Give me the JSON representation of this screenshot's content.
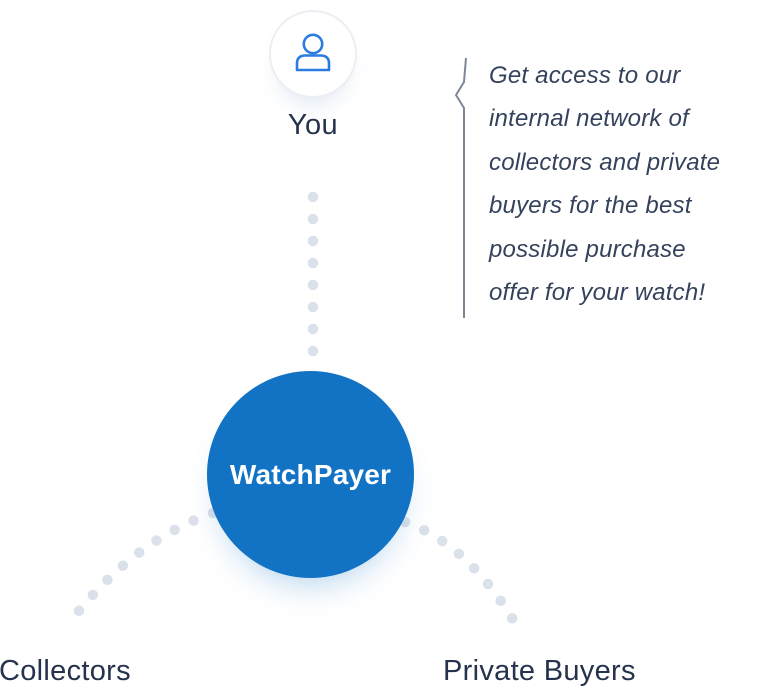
{
  "diagram": {
    "you": {
      "label": "You",
      "icon": "person-icon"
    },
    "hub": {
      "label": "WatchPayer"
    },
    "nodes": {
      "collectors_label": "Collectors",
      "private_buyers_label": "Private Buyers"
    },
    "quote": {
      "lines": [
        "Get access to our",
        "internal network of",
        "collectors and private",
        "buyers for the best",
        "possible purchase",
        "offer for your watch!"
      ],
      "full_text": "Get access to our internal network of collectors and private buyers for the best possible purchase offer for your watch!"
    },
    "colors": {
      "hub_blue": "#1272c4",
      "icon_blue": "#2b7ce0",
      "text_navy": "#26334d",
      "quote_navy": "#35425c",
      "dot_gray": "#dbe1ea",
      "bracket_gray": "#7d8798",
      "icon_ring": "#eceef3"
    }
  }
}
